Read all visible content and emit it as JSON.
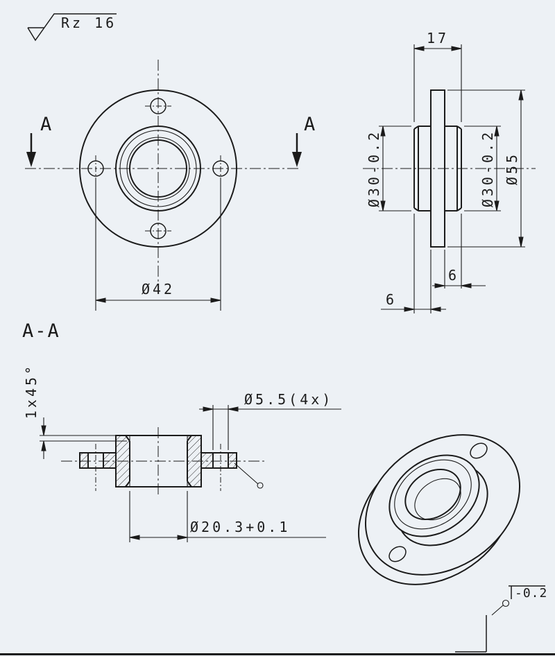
{
  "page": {
    "background": "#edf1f5",
    "ink": "#1b1b1b",
    "bottom_edge_color": "#b6c6d0"
  },
  "surface_finish": {
    "label": "Rz 16"
  },
  "front_view": {
    "section_arrow_left_label": "A",
    "section_arrow_right_label": "A",
    "bolt_circle_dim": "Ø42"
  },
  "side_view": {
    "overall_width_dim": "17",
    "hub_dia_left_dim": "Ø30-0.2",
    "hub_dia_right_dim": "Ø30-0.2",
    "flange_dia_dim": "Ø55",
    "boss_length_dim": "6",
    "hub_length_dim": "6"
  },
  "section_view": {
    "title": "A-A",
    "chamfer_dim": "1x45°",
    "bolt_hole_dim": "Ø5.5(4x)",
    "bore_dim": "Ø20.3+0.1"
  },
  "edge_tolerance": {
    "value": "-0.2"
  }
}
